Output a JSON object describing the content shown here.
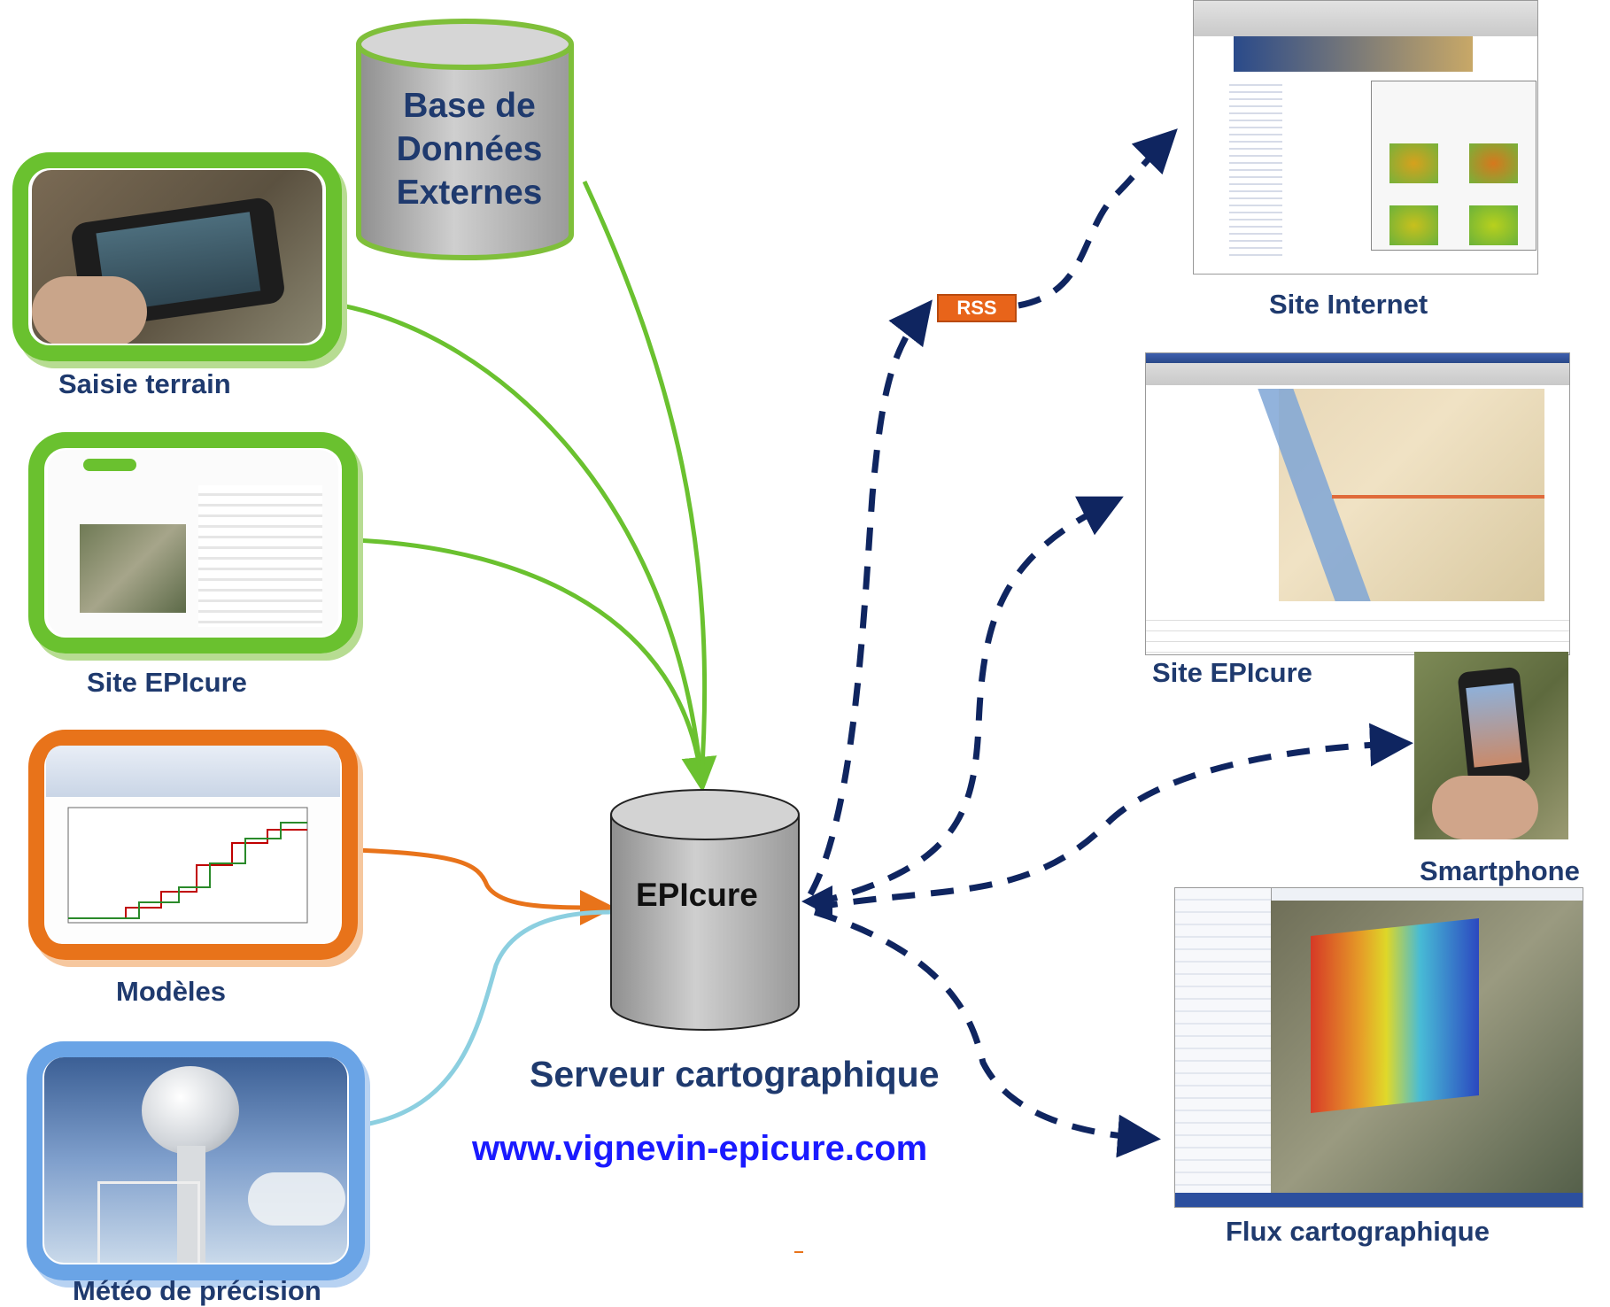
{
  "database": {
    "line1": "Base de",
    "line2": "Données",
    "line3": "Externes"
  },
  "server": {
    "name": "EPIcure",
    "caption": "Serveur cartographique",
    "url": "www.vignevin-epicure.com"
  },
  "inputs": [
    {
      "label": "Saisie terrain",
      "frame_color": "#6ac12f"
    },
    {
      "label": "Site EPIcure",
      "frame_color": "#6ac12f"
    },
    {
      "label": "Modèles",
      "frame_color": "#e8731a"
    },
    {
      "label": "Météo de précision",
      "frame_color": "#6aa4e6"
    }
  ],
  "outputs": [
    {
      "label": "Site Internet"
    },
    {
      "label": "Site EPIcure"
    },
    {
      "label": "Smartphone"
    },
    {
      "label": "Flux cartographique"
    }
  ],
  "rss_badge": "RSS",
  "colors": {
    "green_arrow": "#6ac12f",
    "orange_arrow": "#e8731a",
    "cyan_arrow": "#8ccfe0",
    "dashed_arrow": "#0f2560",
    "label_text": "#1f3a6e",
    "url_text": "#1a1aff"
  }
}
